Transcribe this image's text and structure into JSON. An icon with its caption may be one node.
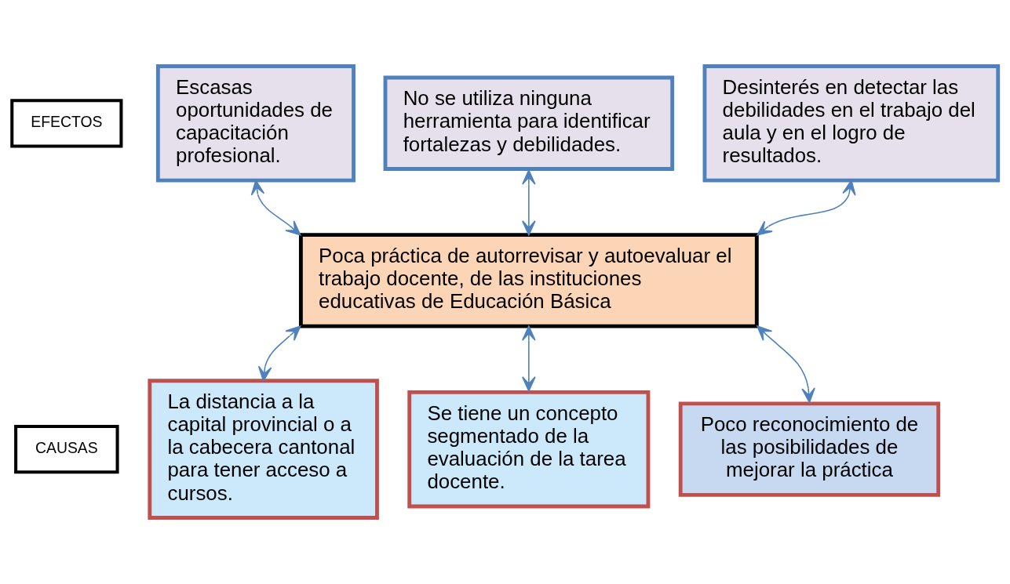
{
  "diagram": {
    "nodes": [
      {
        "text": [
          "EFECTOS"
        ]
      },
      {
        "text": [
          "Escasas oportunidades de capacitación profesional."
        ]
      },
      {
        "text": [
          "No se utiliza ninguna herramienta para identificar fortalezas y debilidades."
        ]
      },
      {
        "text": [
          "Desinterés en detectar las debilidades en el trabajo del aula y en el logro de resultados."
        ]
      },
      {
        "text": [
          "Poca práctica de autorrevisar y autoevaluar el trabajo docente, de las instituciones educativas de Educación Básica"
        ]
      },
      {
        "text": [
          "CAUSAS"
        ]
      },
      {
        "text": [
          "La distancia a la capital provincial o a la cabecera cantonal para tener acceso a cursos."
        ]
      },
      {
        "text": [
          "Se tiene un concepto segmentado de la evaluación de la tarea docente."
        ]
      },
      {
        "text": [
          "Poco reconocimiento de las posibilidades de mejorar la práctica"
        ]
      }
    ],
    "edges": [
      {
        "from": 1,
        "to": 4,
        "arrow": "both"
      },
      {
        "from": 2,
        "to": 4,
        "arrow": "both"
      },
      {
        "from": 3,
        "to": 4,
        "arrow": "both"
      },
      {
        "from": 4,
        "to": 6,
        "arrow": "both"
      },
      {
        "from": 4,
        "to": 7,
        "arrow": "both"
      },
      {
        "from": 4,
        "to": 8,
        "arrow": "both"
      }
    ]
  }
}
